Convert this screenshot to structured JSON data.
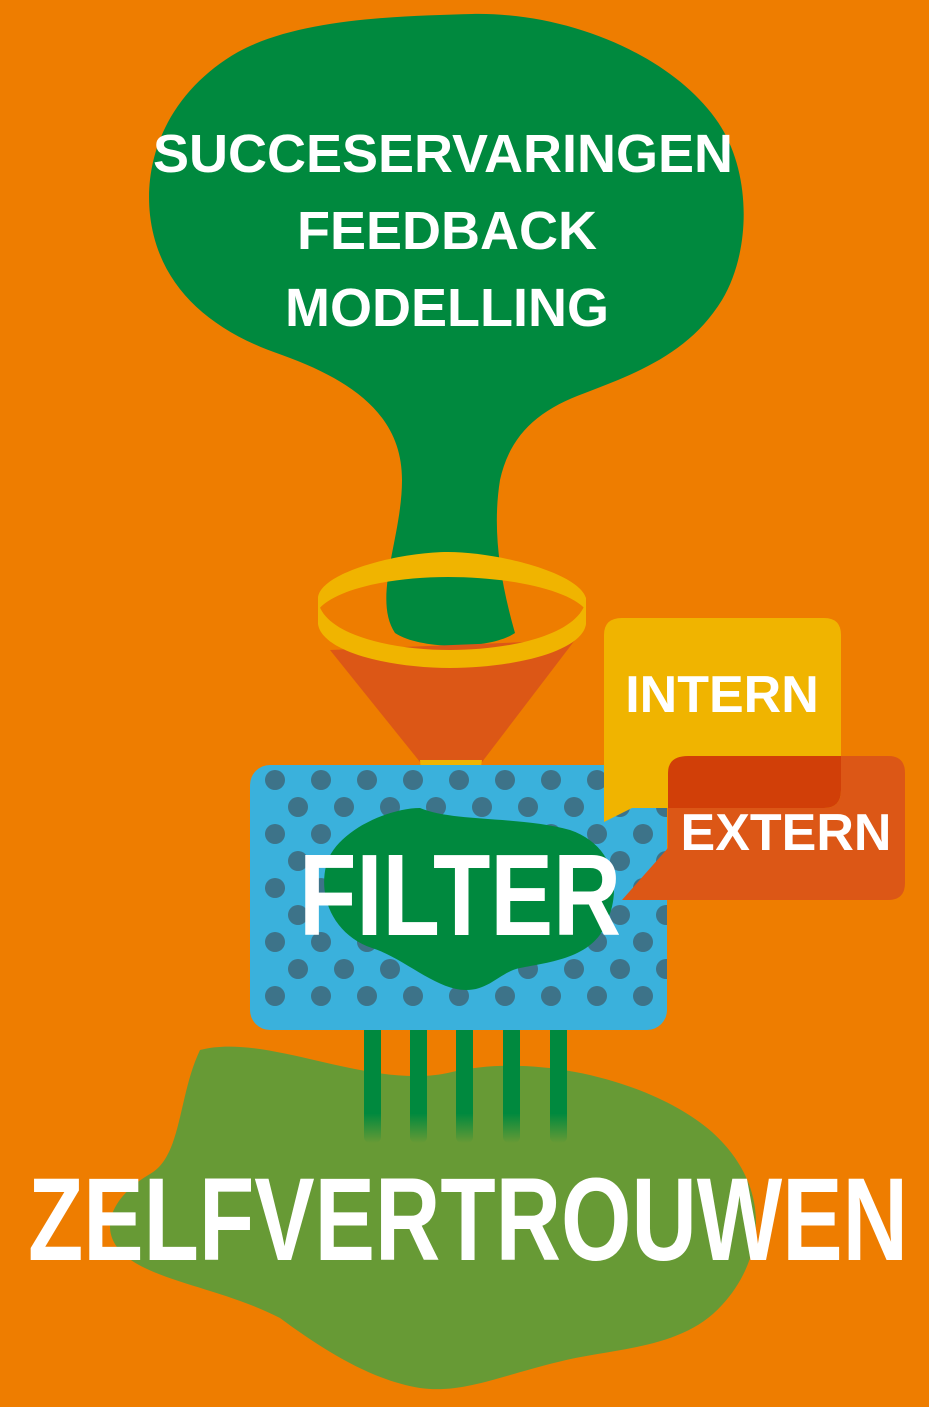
{
  "colors": {
    "background": "#ee7d00",
    "blob_green": "#00893e",
    "pool_green": "#679a35",
    "funnel_rim": "#f0b400",
    "funnel_body": "#dc5716",
    "filter_box": "#3ab1dc",
    "filter_dots": "#3d7389",
    "bubble_intern": "#f0b400",
    "bubble_extern": "#dc5716",
    "text": "#ffffff"
  },
  "sources": {
    "items": [
      "SUCCESERVARINGEN",
      "FEEDBACK",
      "MODELLING"
    ]
  },
  "bubbles": {
    "intern": "INTERN",
    "extern": "EXTERN"
  },
  "filter": {
    "label": "FILTER"
  },
  "result": {
    "label": "ZELFVERTROUWEN"
  },
  "icons": [
    "funnel-icon",
    "speech-bubble-icon",
    "drip-lines"
  ]
}
